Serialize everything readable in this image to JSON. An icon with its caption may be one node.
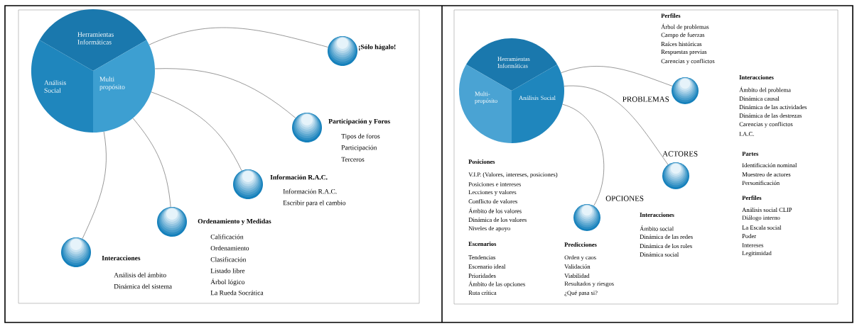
{
  "diagram": {
    "nodes": [
      {
        "text": [
          "Herramientas Informáticas",
          "Análisis Social",
          "Multi propósito"
        ]
      },
      {
        "text": [
          "¡Sólo hágalo!"
        ]
      },
      {
        "text": [
          "Participación y Foros"
        ],
        "beside": [
          "Tipos de foros",
          "Participación",
          "Terceros"
        ]
      },
      {
        "text": [
          "Información R.A.C."
        ],
        "beside": [
          "Información R.A.C.",
          "Escribir para el cambio"
        ]
      },
      {
        "text": [
          "Ordenamiento y Medidas"
        ],
        "beside": [
          "Calificación",
          "Ordenamiento",
          "Clasificación",
          "Listado libre",
          "Árbol lógico",
          "La Rueda Socrática"
        ]
      },
      {
        "text": [
          "Interacciones"
        ],
        "beside": [
          "Análisis del ámbito",
          "Dinámica del sistema"
        ]
      },
      {
        "text": [
          "Herramientas Informáticas",
          "Multi- propósito",
          "Análisis Social"
        ]
      },
      {
        "text": [
          "PROBLEMAS"
        ],
        "beside": [
          "Perfiles",
          "Árbol de problemas",
          "Campo de fuerzas",
          "Raíces históricas",
          "Respuestas previas",
          "Carencias y conflictos",
          "Interacciones",
          "Ámbito del problema",
          "Dinámica causal",
          "Dinámica de las actividades",
          "Dinámica de las destrezas",
          "Carencias y conflictos",
          "I.A.C."
        ]
      },
      {
        "text": [
          "ACTORES"
        ],
        "beside": [
          "Partes",
          "Identificación nominal",
          "Muestreo de actores",
          "Personificación",
          "Perfiles",
          "Análisis social CLIP",
          "Diálogo interno",
          "La Escala social",
          "Poder",
          "Intereses",
          "Legitimidad",
          "Interacciones",
          "Ámbito social",
          "Dinámica de las redes",
          "Dinámica de los roles",
          "Dinámica social"
        ]
      },
      {
        "text": [
          "OPCIONES"
        ],
        "beside": [
          "Posiciones",
          "V.I.P. (Valores, intereses, posiciones)",
          "Posiciones e intereses",
          "Lecciones y valores",
          "Conflicto de valores",
          "Ámbito de los valores",
          "Dinámica de los valores",
          "Niveles de apoyo",
          "Escenarios",
          "Tendencias",
          "Escenario ideal",
          "Prioridades",
          "Ámbito de las opciones",
          "Ruta crítica",
          "Predicciones",
          "Orden y caos",
          "Validación",
          "Viabilidad",
          "Resultados y riesgos",
          "¿Qué pasa si?"
        ]
      }
    ],
    "edges": [
      {
        "from": 0,
        "to": 1,
        "arrow": "none"
      },
      {
        "from": 0,
        "to": 2,
        "arrow": "none"
      },
      {
        "from": 0,
        "to": 3,
        "arrow": "none"
      },
      {
        "from": 0,
        "to": 4,
        "arrow": "none"
      },
      {
        "from": 0,
        "to": 5,
        "arrow": "none"
      },
      {
        "from": 6,
        "to": 7,
        "arrow": "none"
      },
      {
        "from": 6,
        "to": 8,
        "arrow": "none"
      },
      {
        "from": 6,
        "to": 9,
        "arrow": "none"
      }
    ]
  }
}
